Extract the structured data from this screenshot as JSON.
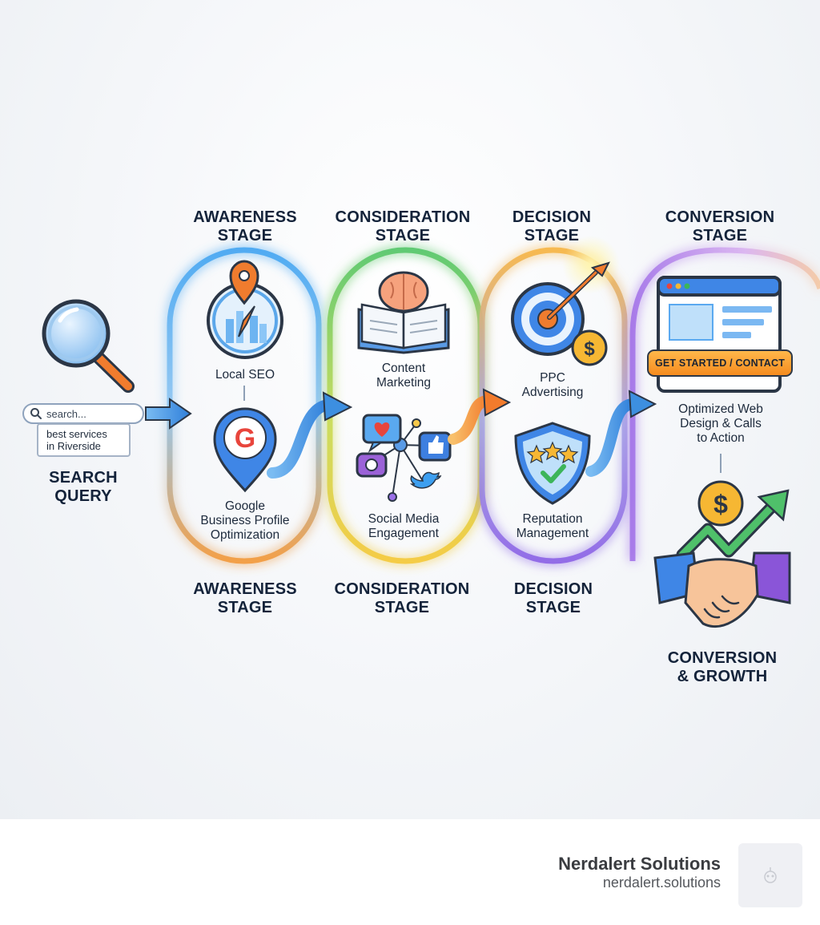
{
  "stages": {
    "awareness_top": "AWARENESS\nSTAGE",
    "consideration_top": "CONSIDERATION\nSTAGE",
    "decision_top": "DECISION\nSTAGE",
    "conversion_top": "CONVERSION\nSTAGE",
    "awareness_bottom": "AWARENESS\nSTAGE",
    "consideration_bottom": "CONSIDERATION\nSTAGE",
    "decision_bottom": "DECISION\nSTAGE"
  },
  "search": {
    "placeholder": "search...",
    "suggestion": "best services\nin Riverside",
    "label": "SEARCH\nQUERY"
  },
  "captions": {
    "local_seo": "Local SEO",
    "google_profile": "Google\nBusiness Profile\nOptimization",
    "content_marketing": "Content\nMarketing",
    "social_media": "Social Media\nEngagement",
    "ppc": "PPC\nAdvertising",
    "reputation": "Reputation\nManagement",
    "web_design": "Optimized Web\nDesign & Calls\nto Action"
  },
  "cta_label": "GET STARTED / CONTACT",
  "growth_label": "CONVERSION\n& GROWTH",
  "icon_glyphs": {
    "google": "G",
    "dollar": "$"
  },
  "icons": [
    "magnifier-icon",
    "search-icon",
    "location-pin-icon",
    "compass-icon",
    "google-pin-icon",
    "brain-icon",
    "open-book-icon",
    "heart-chat-icon",
    "thumbs-up-icon",
    "camera-icon",
    "twitter-bird-icon",
    "target-icon",
    "arrow-icon",
    "dollar-coin-icon",
    "shield-stars-icon",
    "browser-window-icon",
    "growth-arrow-icon",
    "handshake-icon",
    "nerd-logo-icon"
  ],
  "colors": {
    "awareness": "#4aa8f0",
    "awareness_orange": "#f39a3c",
    "consideration": "#5ccc6a",
    "consideration_yellow": "#f5d040",
    "decision": "#f7b545",
    "decision_purple": "#9b70e8",
    "conversion": "#a46ef0",
    "arrow_blue": "#3d8fe0",
    "text_dark": "#14233a"
  },
  "footer": {
    "brand_name": "Nerdalert Solutions",
    "brand_url": "nerdalert.solutions"
  }
}
